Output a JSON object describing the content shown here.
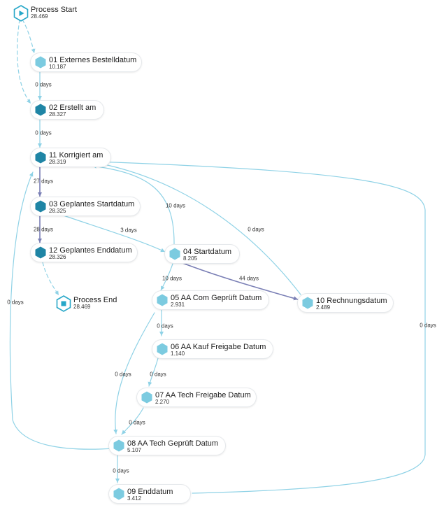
{
  "colors": {
    "edge_light": "#8fd2e6",
    "edge_dark": "#7a7fb5",
    "hex_light": "#7ccbe0",
    "hex_mid": "#3fa6c2",
    "hex_dark": "#1f85a5",
    "terminal": "#27a7c8"
  },
  "terminals": {
    "start": {
      "label": "Process Start",
      "count": "28.469",
      "icon": "play-icon"
    },
    "end": {
      "label": "Process End",
      "count": "28.469",
      "icon": "stop-icon"
    }
  },
  "activities": {
    "n01": {
      "label": "01 Externes Bestelldatum",
      "count": "10.187"
    },
    "n02": {
      "label": "02 Erstellt am",
      "count": "28.327"
    },
    "n11": {
      "label": "11 Korrigiert am",
      "count": "28.319"
    },
    "n03": {
      "label": "03 Geplantes Startdatum",
      "count": "28.325"
    },
    "n12": {
      "label": "12 Geplantes Enddatum",
      "count": "28.326"
    },
    "n04": {
      "label": "04 Startdatum",
      "count": "8.205"
    },
    "n10": {
      "label": "10 Rechnungsdatum",
      "count": "2.489"
    },
    "n05": {
      "label": "05 AA Com Geprüft Datum",
      "count": "2.931"
    },
    "n06": {
      "label": "06 AA Kauf Freigabe Datum",
      "count": "1.140"
    },
    "n07": {
      "label": "07 AA Tech Freigabe Datum",
      "count": "2.270"
    },
    "n08": {
      "label": "08 AA Tech Geprüft Datum",
      "count": "5.107"
    },
    "n09": {
      "label": "09 Enddatum",
      "count": "3.412"
    }
  },
  "edge_labels": {
    "e01_02": "0 days",
    "e02_11": "0 days",
    "e11_03": "27 days",
    "e03_12": "28 days",
    "e03_04": "3 days",
    "e04_11": "10 days",
    "e10_11": "0 days",
    "e04_10": "44 days",
    "e04_05": "10 days",
    "e08_11": "0 days",
    "e09_11": "0 days",
    "e05_06": "0 days",
    "e05_08": "0 days",
    "e06_07": "0 days",
    "e07_08": "0 days",
    "e08_09": "0 days"
  }
}
